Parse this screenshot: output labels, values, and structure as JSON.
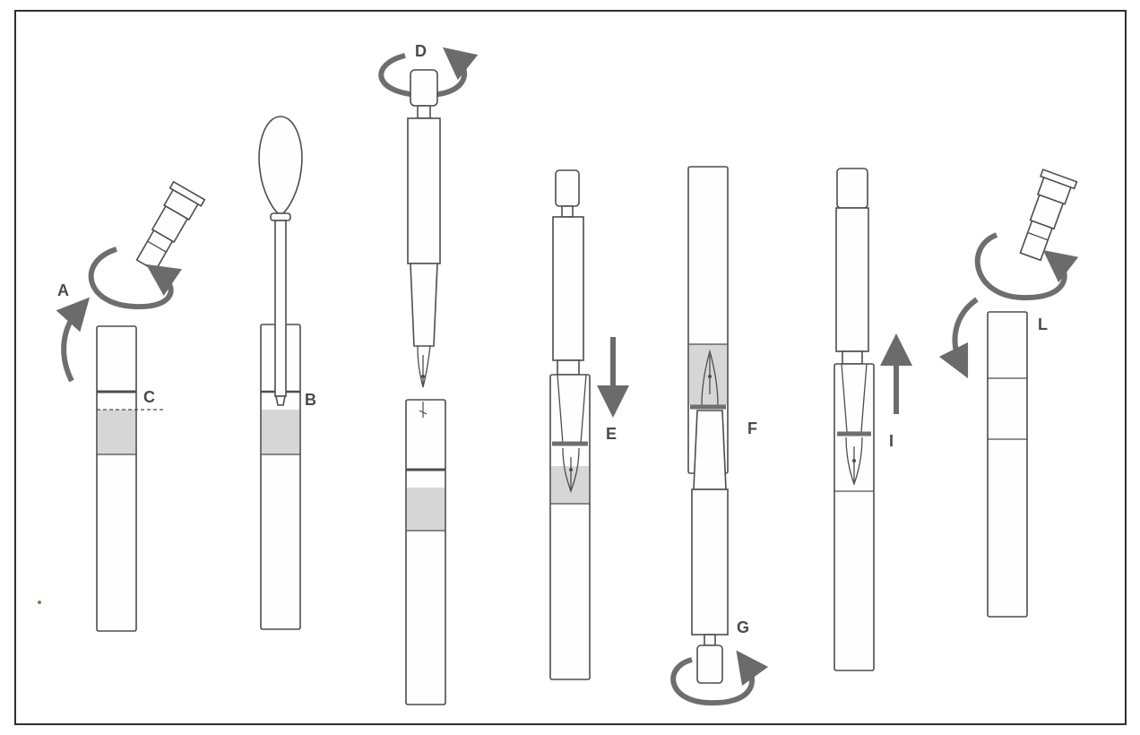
{
  "labels": {
    "a": "A",
    "b": "B",
    "c": "C",
    "d": "D",
    "e": "E",
    "f": "F",
    "g": "G",
    "i": "I",
    "l": "L"
  },
  "colors": {
    "outline": "#4d4d4d",
    "arrow": "#6b6b6b",
    "ink_fill": "#d6d6d6",
    "border": "#2f2f2f"
  }
}
